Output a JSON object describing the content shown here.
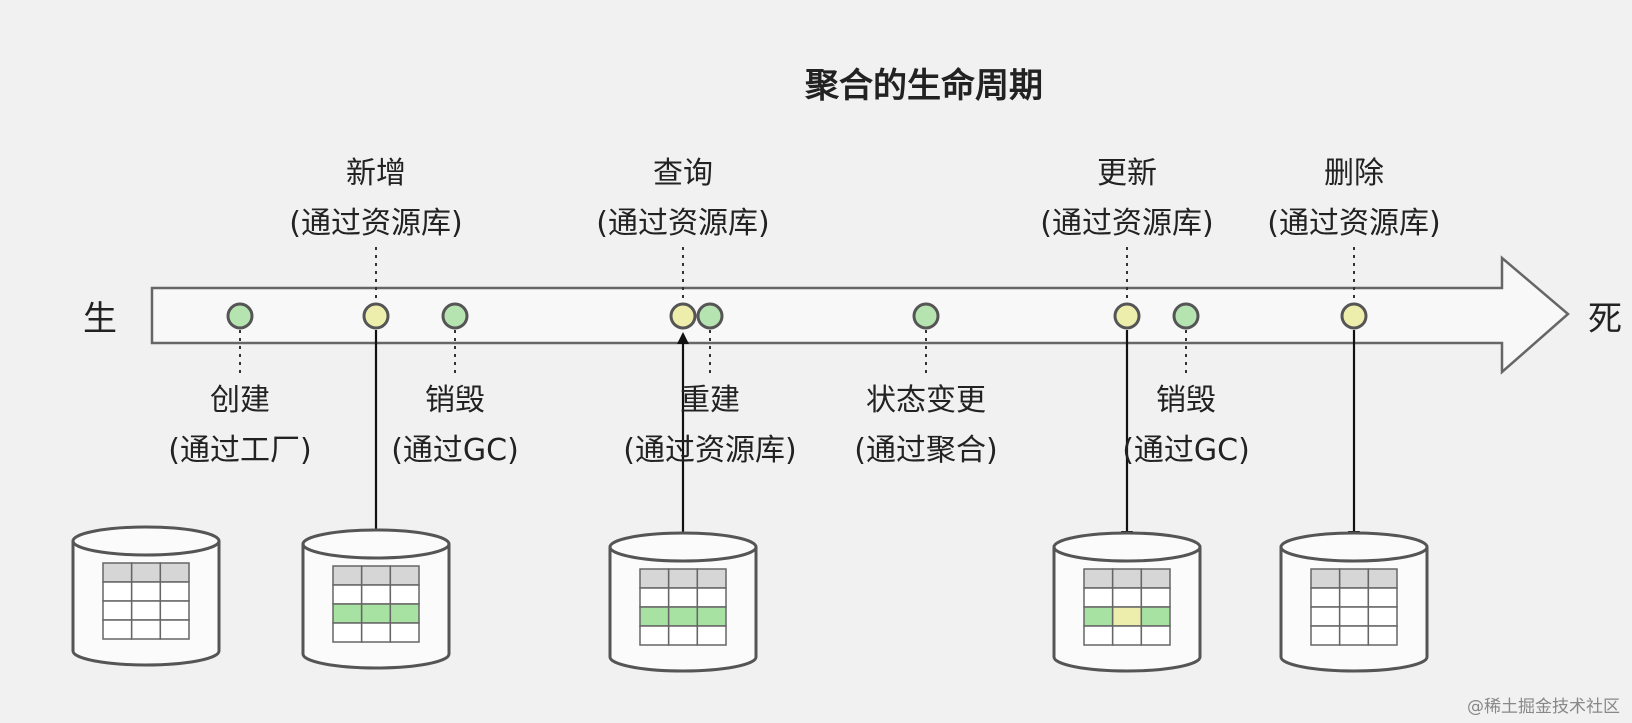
{
  "title": "聚合的生命周期",
  "start_label": "生",
  "end_label": "死",
  "top_events": [
    {
      "line1": "新增",
      "line2": "(通过资源库)"
    },
    {
      "line1": "查询",
      "line2": "(通过资源库)"
    },
    {
      "line1": "更新",
      "line2": "(通过资源库)"
    },
    {
      "line1": "删除",
      "line2": "(通过资源库)"
    }
  ],
  "bottom_events": [
    {
      "line1": "创建",
      "line2": "(通过工厂)"
    },
    {
      "line1": "销毁",
      "line2": "(通过GC)"
    },
    {
      "line1": "重建",
      "line2": "(通过资源库)"
    },
    {
      "line1": "状态变更",
      "line2": "(通过聚合)"
    },
    {
      "line1": "销毁",
      "line2": "(通过GC)"
    }
  ],
  "watermark": "@稀土掘金技术社区",
  "colors": {
    "background": "#f1f1f1",
    "green_dot": "#b5e4b0",
    "yellow_dot": "#eeeeac",
    "green_row": "#a8e2a2",
    "yellow_cell": "#eeeeac",
    "header_row": "#d6d6d6",
    "stroke": "#555555"
  }
}
